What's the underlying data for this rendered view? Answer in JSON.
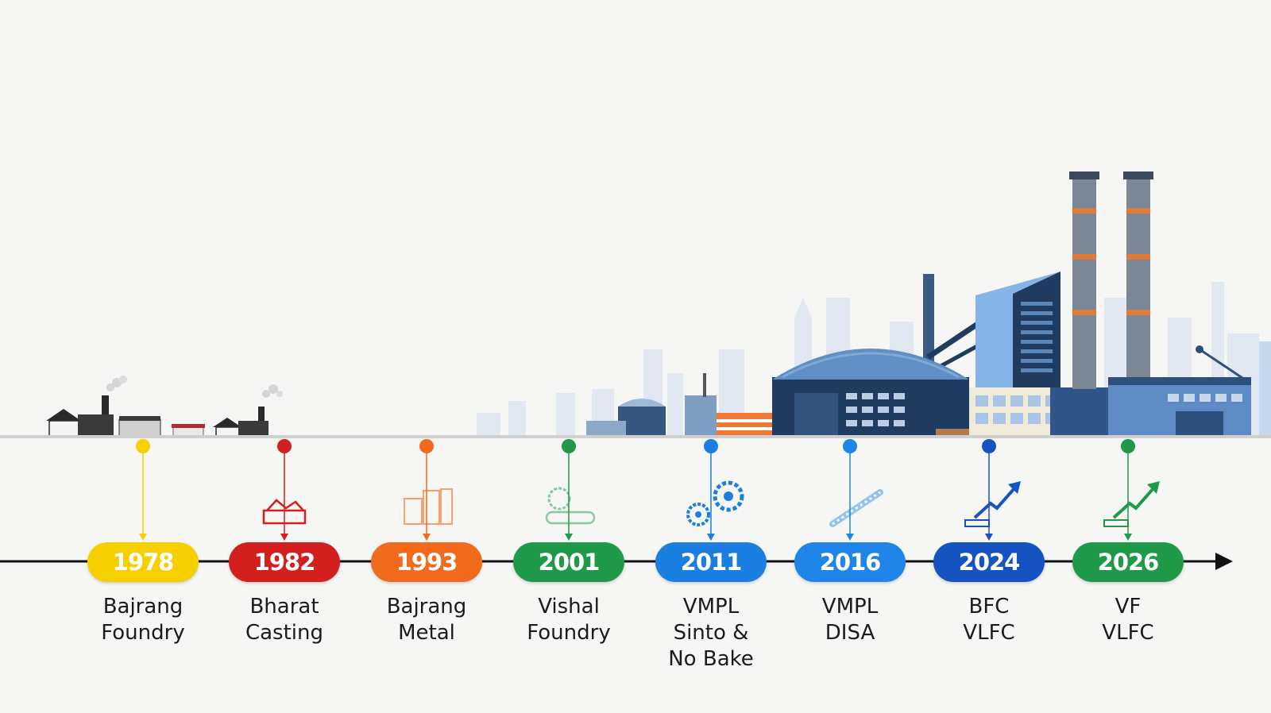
{
  "timeline": {
    "milestones": [
      {
        "year": "1978",
        "name": [
          "Bajrang",
          "Foundry"
        ],
        "color": "#f5cf00",
        "icon": "small-factory-icon"
      },
      {
        "year": "1982",
        "name": [
          "Bharat",
          "Casting"
        ],
        "color": "#d41f1f",
        "icon": "casting-icon"
      },
      {
        "year": "1993",
        "name": [
          "Bajrang",
          "Metal"
        ],
        "color": "#f26a1b",
        "icon": "metal-structure-icon"
      },
      {
        "year": "2001",
        "name": [
          "Vishal",
          "Foundry"
        ],
        "color": "#1e9a48",
        "icon": "gear-conveyor-icon"
      },
      {
        "year": "2011",
        "name": [
          "VMPL",
          "Sinto &",
          "No Bake"
        ],
        "color": "#1a7fe0",
        "icon": "gears-icon"
      },
      {
        "year": "2016",
        "name": [
          "VMPL",
          "DISA"
        ],
        "color": "#1f86e8",
        "icon": "conveyor-icon"
      },
      {
        "year": "2024",
        "name": [
          "BFC",
          "VLFC"
        ],
        "color": "#1554c0",
        "icon": "growth-arrow-icon"
      },
      {
        "year": "2026",
        "name": [
          "VF",
          "VLFC"
        ],
        "color": "#1e9a48",
        "icon": "growth-arrow-icon"
      }
    ]
  },
  "colors": {
    "timeline_axis": "#111111",
    "ground_line": "#cfcfcf",
    "industrial_blue": "#2e5f9c",
    "skyline_light": "#c9d9ec"
  }
}
